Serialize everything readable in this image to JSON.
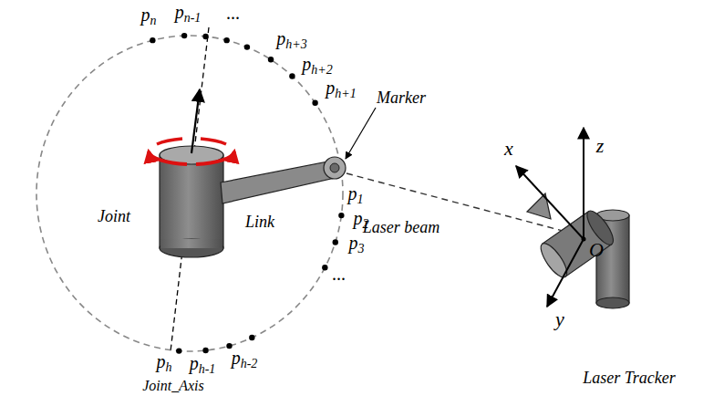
{
  "diagram": {
    "labels": [
      "pn",
      "pn-1",
      "...",
      "ph+3",
      "ph+2",
      "ph+1",
      "Marker",
      "p1",
      "p2",
      "p3",
      "Joint",
      "Link",
      "x",
      "z",
      "Laser beam",
      "O",
      "y",
      "...",
      "ph",
      "ph-1",
      "ph-2",
      "Joint_Axis",
      "Laser Tracker"
    ]
  }
}
